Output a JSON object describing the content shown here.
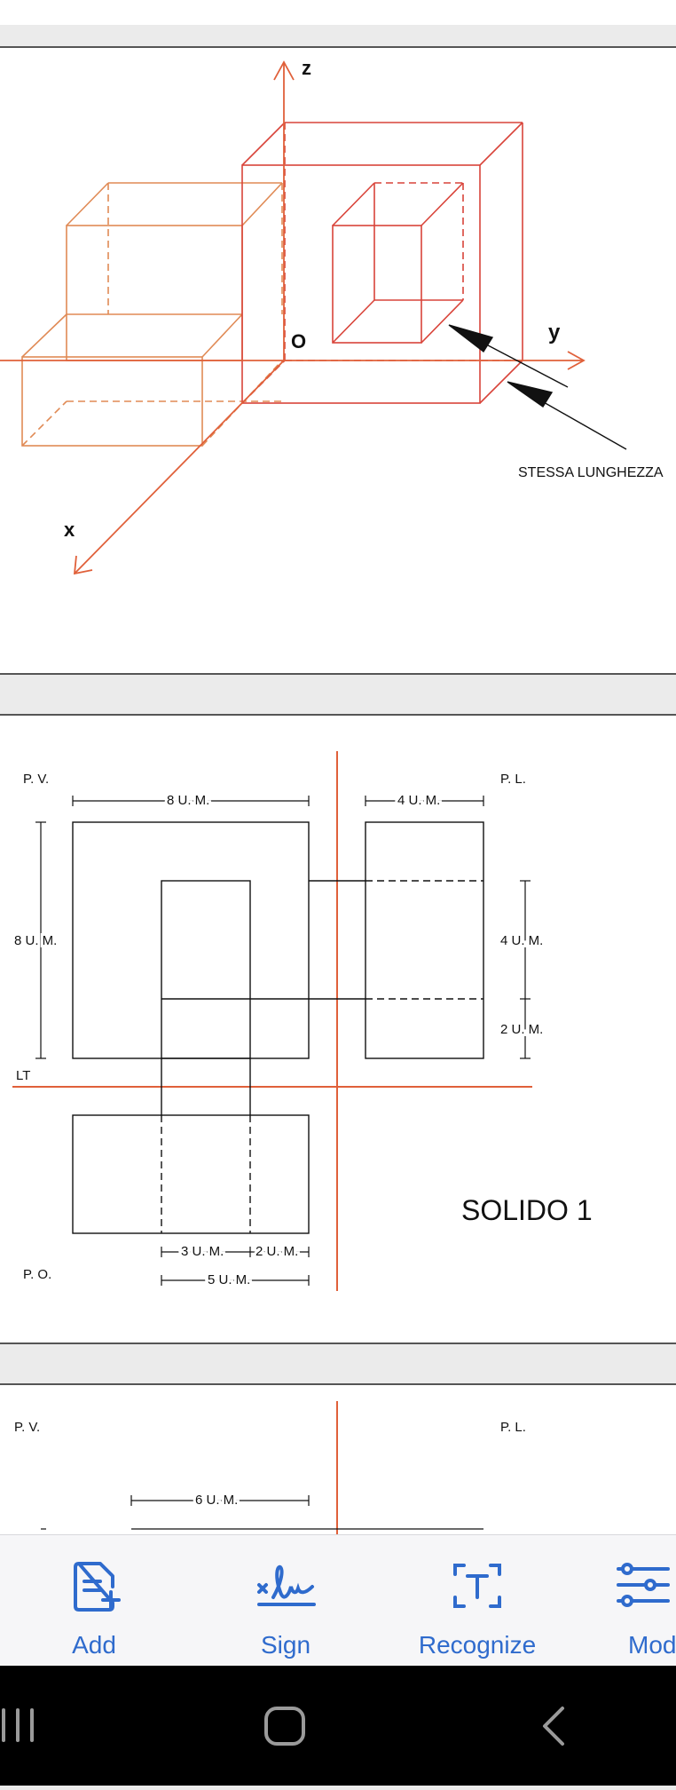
{
  "page1": {
    "axis_labels": {
      "z": "z",
      "y": "y",
      "x": "x",
      "origin": "O"
    },
    "annotation": "STESSA LUNGHEZZA"
  },
  "page2": {
    "views": {
      "front": "P. V.",
      "side": "P. L.",
      "top": "P. O."
    },
    "ground_line": "LT",
    "dims": {
      "front_width": "8 U. M.",
      "front_height": "8 U. M.",
      "side_width": "4 U. M.",
      "side_upper": "4 U. M.",
      "side_lower": "2 U. M.",
      "plan_a": "3 U. M.",
      "plan_b": "2 U. M.",
      "plan_total": "5 U. M."
    },
    "title": "SOLIDO 1"
  },
  "page3": {
    "views": {
      "front": "P. V.",
      "side": "P. L."
    },
    "dim": "6 U. M."
  },
  "toolbar": {
    "items": [
      {
        "label": "Add",
        "icon": "add-document-icon"
      },
      {
        "label": "Sign",
        "icon": "signature-icon"
      },
      {
        "label": "Recognize",
        "icon": "text-recognize-icon"
      },
      {
        "label": "Mod",
        "icon": "sliders-icon"
      }
    ]
  },
  "colors": {
    "accent": "#2f6bcd",
    "drawing_orange": "#e0603a",
    "drawing_red": "#d9443a",
    "drawing_tan": "#e08a55"
  }
}
